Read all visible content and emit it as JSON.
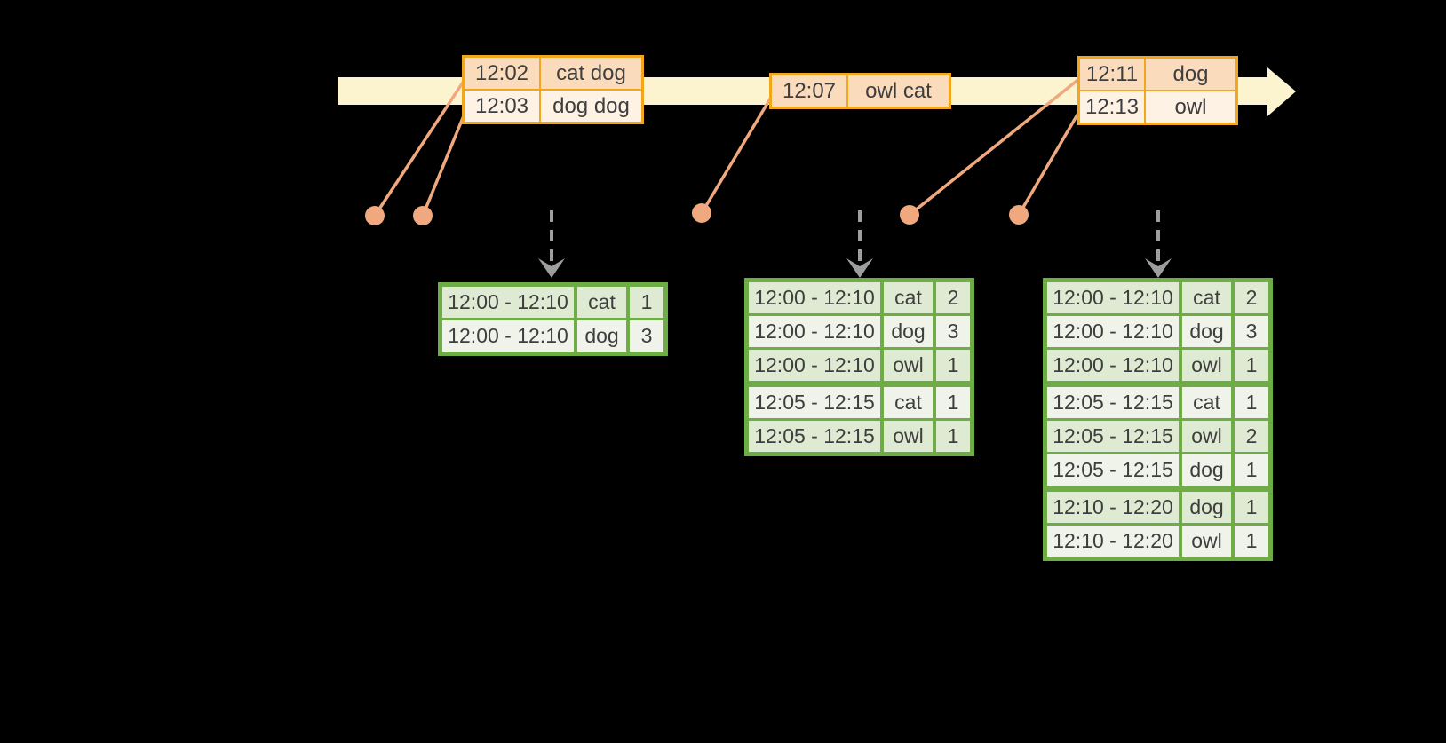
{
  "colors": {
    "background": "#000000",
    "timeline_band": "#FCF3CF",
    "event_table_border": "#F0A71E",
    "event_row_dark": "#FADCBC",
    "event_row_light": "#FEF2E4",
    "event_marker": "#F0A87E",
    "result_table_border": "#6EAD46",
    "result_row_dark": "#DEEAD2",
    "result_row_light": "#EFF3E9",
    "trigger_arrow": "#9E9E9E",
    "text": "#3E3E3E"
  },
  "event_tables": [
    {
      "rows": [
        {
          "time": "12:02",
          "words": "cat dog"
        },
        {
          "time": "12:03",
          "words": "dog dog"
        }
      ]
    },
    {
      "rows": [
        {
          "time": "12:07",
          "words": "owl cat"
        }
      ]
    },
    {
      "rows": [
        {
          "time": "12:11",
          "words": "dog"
        },
        {
          "time": "12:13",
          "words": "owl"
        }
      ]
    }
  ],
  "result_tables": [
    {
      "rows": [
        {
          "window": "12:00 - 12:10",
          "word": "cat",
          "count": "1",
          "group_start": true
        },
        {
          "window": "12:00 - 12:10",
          "word": "dog",
          "count": "3"
        }
      ]
    },
    {
      "rows": [
        {
          "window": "12:00 - 12:10",
          "word": "cat",
          "count": "2",
          "group_start": true
        },
        {
          "window": "12:00 - 12:10",
          "word": "dog",
          "count": "3"
        },
        {
          "window": "12:00 - 12:10",
          "word": "owl",
          "count": "1"
        },
        {
          "window": "12:05 - 12:15",
          "word": "cat",
          "count": "1",
          "group_start": true
        },
        {
          "window": "12:05 - 12:15",
          "word": "owl",
          "count": "1"
        }
      ]
    },
    {
      "rows": [
        {
          "window": "12:00 - 12:10",
          "word": "cat",
          "count": "2",
          "group_start": true
        },
        {
          "window": "12:00 - 12:10",
          "word": "dog",
          "count": "3"
        },
        {
          "window": "12:00 - 12:10",
          "word": "owl",
          "count": "1"
        },
        {
          "window": "12:05 - 12:15",
          "word": "cat",
          "count": "1",
          "group_start": true
        },
        {
          "window": "12:05 - 12:15",
          "word": "owl",
          "count": "2"
        },
        {
          "window": "12:05 - 12:15",
          "word": "dog",
          "count": "1"
        },
        {
          "window": "12:10 - 12:20",
          "word": "dog",
          "count": "1",
          "group_start": true
        },
        {
          "window": "12:10 - 12:20",
          "word": "owl",
          "count": "1"
        }
      ]
    }
  ]
}
